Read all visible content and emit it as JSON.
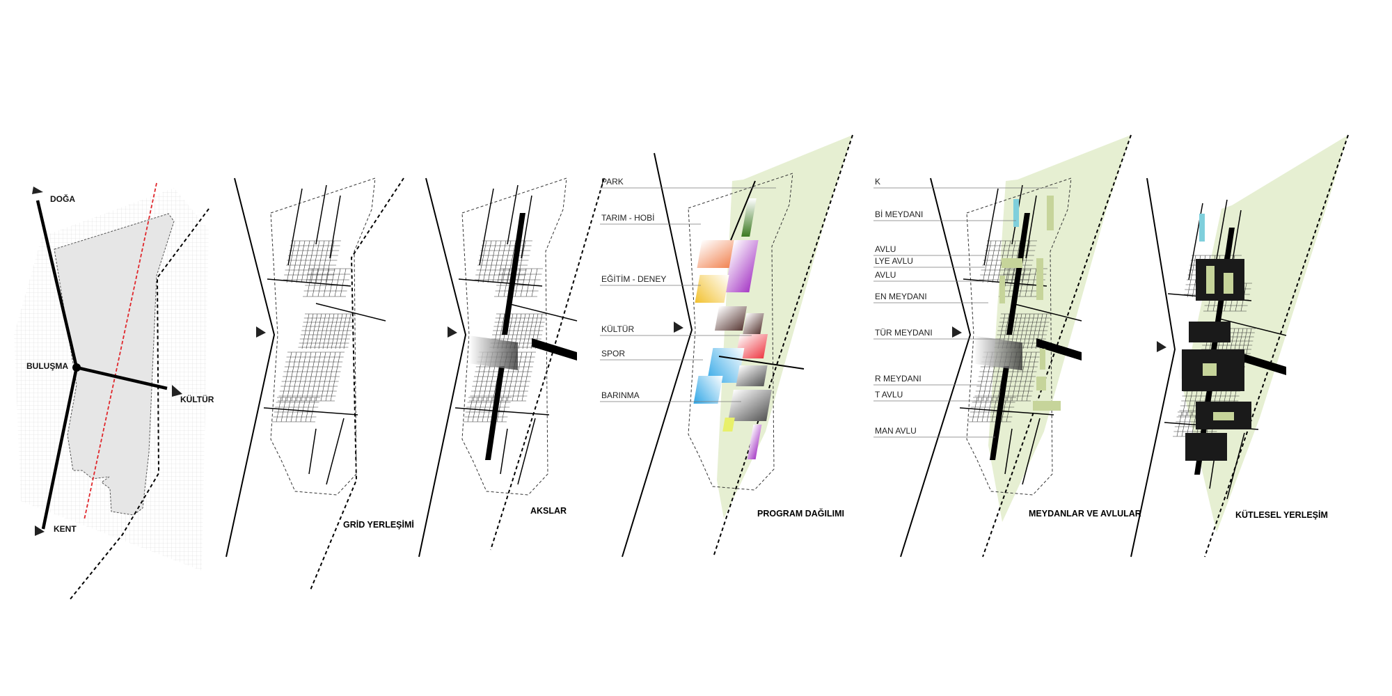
{
  "panel1": {
    "labels": {
      "north": "DOĞA",
      "center": "BULUŞMA",
      "east": "KÜLTÜR",
      "south": "KENT"
    },
    "colors": {
      "axis_line": "#000000",
      "site_fill": "#e6e6e6",
      "red_axis": "#e0262b"
    }
  },
  "titles": {
    "grid": "GRİD YERLEŞİMİ",
    "axes": "AKSLAR",
    "program": "PROGRAM DAĞILIMI",
    "squares": "MEYDANLAR VE AVLULAR",
    "mass": "KÜTLESEL YERLEŞİM"
  },
  "program_labels": [
    "PARK",
    "TARIM - HOBİ",
    "EĞİTİM - DENEY",
    "KÜLTÜR",
    "SPOR",
    "BARINMA"
  ],
  "square_labels": [
    "K",
    "Bİ MEYDANI",
    "AVLU",
    "LYE AVLU",
    "AVLU",
    "EN MEYDANI",
    "TÜR MEYDANI",
    "R MEYDANI",
    "T AVLU",
    "MAN AVLU"
  ],
  "colors": {
    "park_green": "#e6efd2",
    "court_green": "#c6d49a",
    "water_blue": "#7fcfdc"
  }
}
